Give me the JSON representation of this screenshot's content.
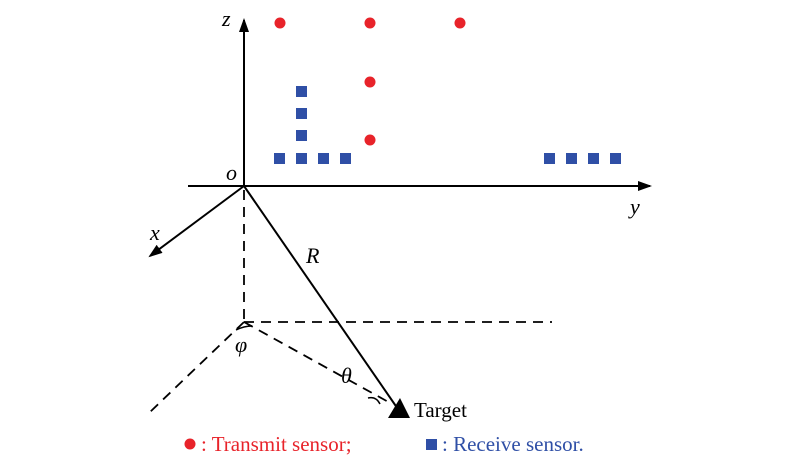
{
  "axes": {
    "z_label": "z",
    "y_label": "y",
    "x_label": "x",
    "origin_label": "o"
  },
  "range_label": "R",
  "azimuth_label": "φ",
  "elevation_label": "θ",
  "target_label": "Target",
  "legend": {
    "transmit_text": ": Transmit sensor;",
    "receive_text": ": Receive sensor."
  },
  "colors": {
    "transmit": "#e8232a",
    "receive": "#2f4fa6",
    "axis": "#000000"
  }
}
